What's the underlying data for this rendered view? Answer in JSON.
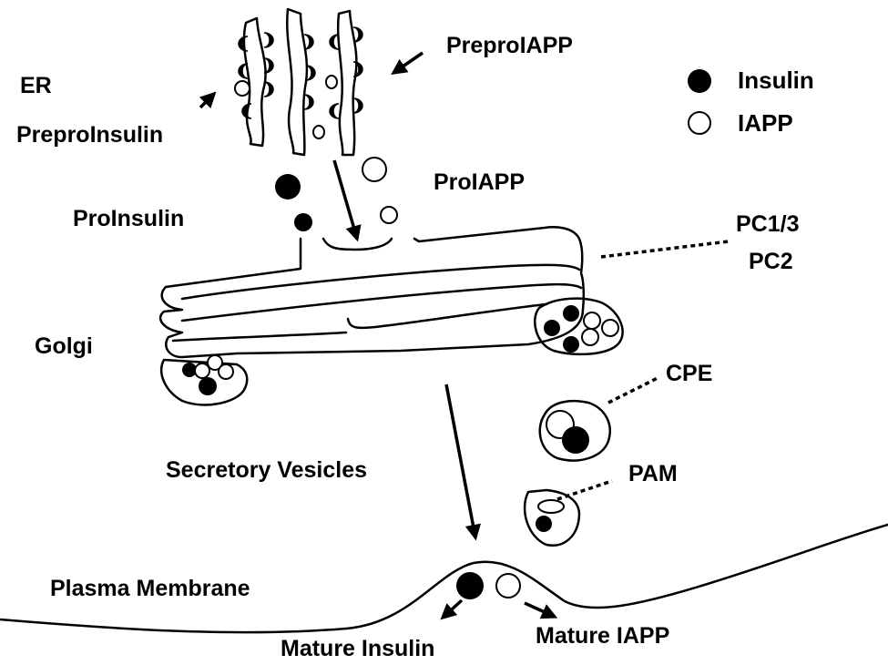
{
  "labels": {
    "er": "ER",
    "prepro_insulin": "PreproInsulin",
    "prepro_iapp": "PreproIAPP",
    "pro_iapp": "ProIAPP",
    "pro_insulin": "ProInsulin",
    "pc13": "PC1/3",
    "pc2": "PC2",
    "golgi": "Golgi",
    "cpe": "CPE",
    "secretory_vesicles": "Secretory Vesicles",
    "pam": "PAM",
    "plasma_membrane": "Plasma Membrane",
    "mature_insulin": "Mature Insulin",
    "mature_iapp": "Mature IAPP"
  },
  "legend": {
    "insulin": "Insulin",
    "iapp": "IAPP"
  },
  "colors": {
    "line": "#000000",
    "insulin_fill": "#000000",
    "iapp_fill": "#ffffff",
    "background": "#ffffff"
  }
}
